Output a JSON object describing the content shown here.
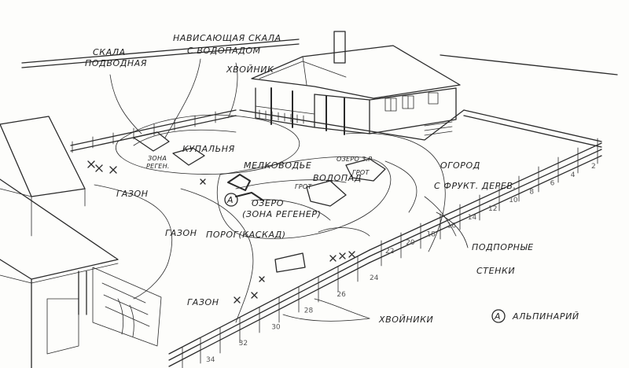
{
  "labels": {
    "rock_underwater_l1": "СКАЛА",
    "rock_underwater_l2": "ПОДВОДНАЯ",
    "overhang_l1": "НАВИСАЮЩАЯ СКАЛА",
    "overhang_l2": "С ВОДОПАДОМ",
    "conifer_top": "ХВОЙНИК",
    "zone_regen_l1": "ЗОНА",
    "zone_regen_l2": "РЕГЕН.",
    "bathing": "КУПАЛЬНЯ",
    "shallows": "МЕЛКОВОДЬЕ",
    "lake_zr": "ОЗЕРО З.Р.",
    "grotto_top": "ГРОТ",
    "grotto_mid": "ГРОТ",
    "waterfall": "ВОДОПАД",
    "lake_regen_l1": "ОЗЕРО",
    "lake_regen_l2": "(ЗОНА РЕГЕНЕР)",
    "lawn_left": "ГАЗОН",
    "lawn_mid": "ГАЗОН",
    "rapids": "ПОРОГ(КАСКАД)",
    "garden_l1": "ОГОРОД",
    "garden_l2": "С ФРУКТ. ДЕРЕВ.",
    "walls_l1": "ПОДПОРНЫЕ",
    "walls_l2": "СТЕНКИ",
    "lawn_bottom": "ГАЗОН",
    "conifers_bottom": "ХВОЙНИКИ",
    "legend_marker": "А",
    "legend_text": "АЛЬПИНАРИЙ",
    "marker_a": "А"
  },
  "fence_numbers_right": [
    "2",
    "4",
    "6",
    "8",
    "10",
    "12",
    "14",
    "16",
    "18",
    "20",
    "22"
  ],
  "fence_numbers_bottom": [
    "24",
    "26",
    "28",
    "30",
    "32",
    "34"
  ],
  "colors": {
    "ink": "#2a2a2a",
    "paper": "#fdfdfb"
  }
}
